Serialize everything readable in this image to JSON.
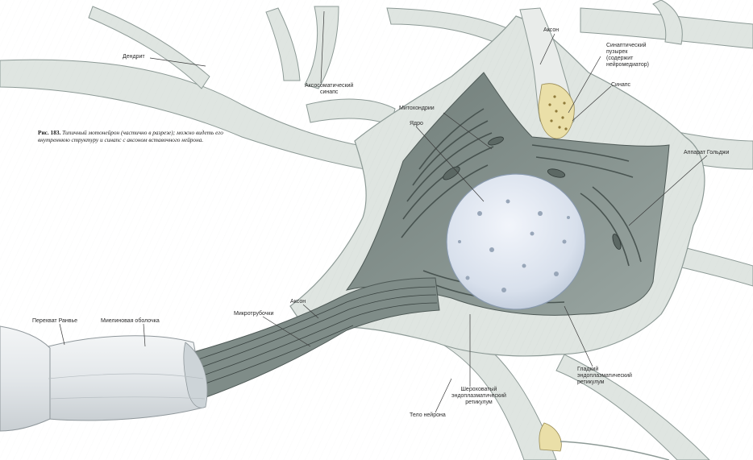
{
  "caption": {
    "figure_number": "Рис. 183.",
    "text": "Типичный мотонейрон (частично в разрезе); можно видеть его внутреннюю структуру и синапс с аксоном вставочного нейрона."
  },
  "labels": {
    "dendrite": "Дендрит",
    "axosomatic_synapse": [
      "Аксосоматический",
      "синапс"
    ],
    "axon_top": "Аксон",
    "synaptic_vesicle": [
      "Синаптический",
      "пузырек",
      "(содержит",
      "нейромедиатор)"
    ],
    "synapse": "Синапс",
    "mitochondria": "Митохондрии",
    "nucleus": "Ядро",
    "golgi": "Аппарат Гольджи",
    "node_of_ranvier": "Перехват Ранвье",
    "myelin_sheath": "Миелиновая оболочка",
    "microtubules": "Микротрубочки",
    "axon_bottom": "Аксон",
    "smooth_er": [
      "Гладкий",
      "эндоплазматический",
      "ретикулум"
    ],
    "rough_er": [
      "Шероховатый",
      "эндоплазматический",
      "ретикулум"
    ],
    "cell_body": "Тело нейрона"
  },
  "colors": {
    "neuron_fill": "#dfe5e1",
    "neuron_stroke": "#8d9a96",
    "cytoplasm": "#7d8a86",
    "nucleus": "#dbe3ee",
    "myelin": "#e7eaec",
    "vesicle": "#eadfa8"
  }
}
